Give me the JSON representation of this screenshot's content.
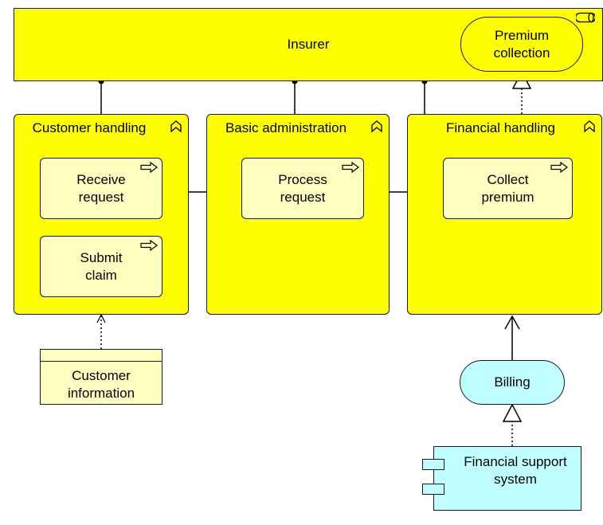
{
  "nodes": {
    "insurer": "Insurer",
    "premium_collection": "Premium collection",
    "customer_handling": "Customer handling",
    "basic_administration": "Basic administration",
    "financial_handling": "Financial handling",
    "receive_request": "Receive request",
    "process_request": "Process request",
    "collect_premium": "Collect premium",
    "submit_claim": "Submit claim",
    "customer_information": "Customer information",
    "billing": "Billing",
    "financial_support_system": "Financial support system"
  },
  "colors": {
    "business_layer": "#ffff00",
    "business_process": "#ffffc0",
    "application_layer": "#c0ffff"
  }
}
